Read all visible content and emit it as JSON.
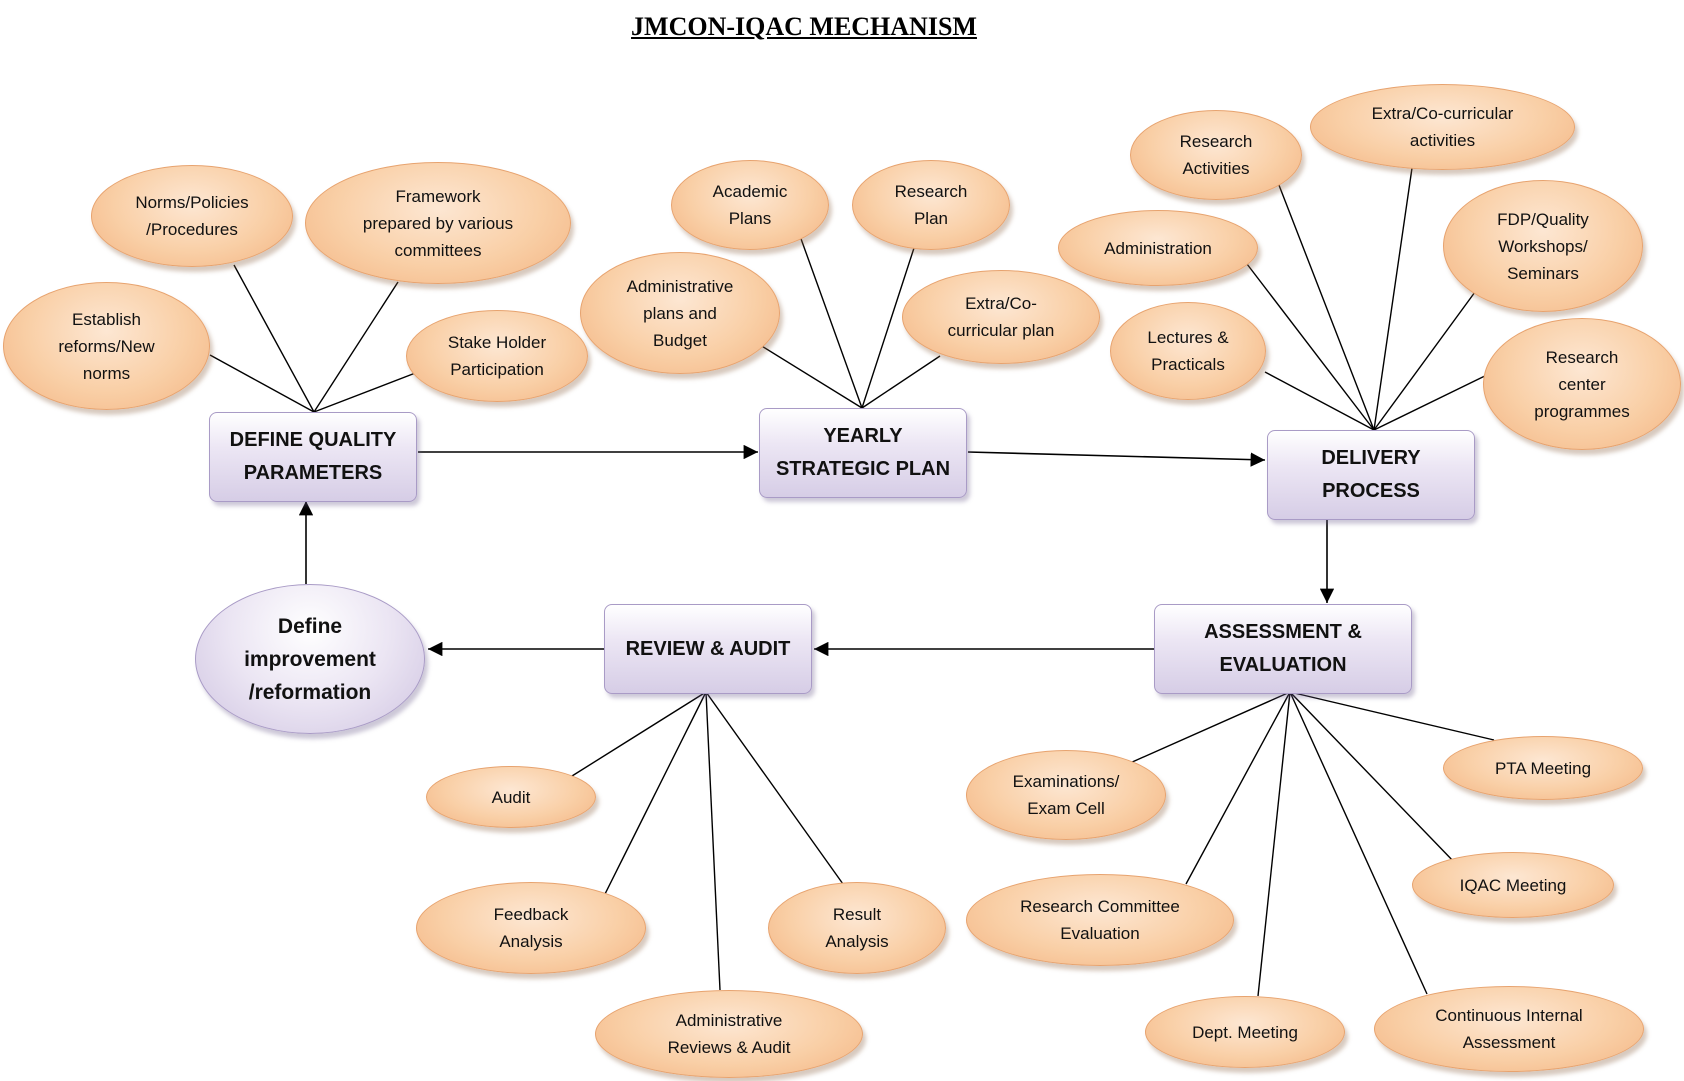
{
  "title": "JMCON-IQAC MECHANISM",
  "process": {
    "define_quality": "DEFINE QUALITY\nPARAMETERS",
    "yearly_plan": "YEARLY\nSTRATEGIC PLAN",
    "delivery": "DELIVERY\nPROCESS",
    "assessment": "ASSESSMENT &\nEVALUATION",
    "review": "REVIEW & AUDIT",
    "improvement": "Define\nimprovement\n/reformation"
  },
  "define_quality_inputs": [
    "Establish\nreforms/New\nnorms",
    "Norms/Policies\n/Procedures",
    "Framework\nprepared by various\ncommittees",
    "Stake Holder\nParticipation"
  ],
  "yearly_plan_inputs": [
    "Administrative\nplans and\nBudget",
    "Academic\nPlans",
    "Research\nPlan",
    "Extra/Co-\ncurricular plan"
  ],
  "delivery_inputs": [
    "Research\nActivities",
    "Extra/Co-curricular\nactivities",
    "Administration",
    "FDP/Quality\nWorkshops/\nSeminars",
    "Lectures &\nPracticals",
    "Research\ncenter\nprogrammes"
  ],
  "review_outputs": [
    "Audit",
    "Feedback\nAnalysis",
    "Result\nAnalysis",
    "Administrative\nReviews & Audit"
  ],
  "assessment_outputs": [
    "Examinations/\nExam Cell",
    "PTA Meeting",
    "Research Committee\nEvaluation",
    "IQAC Meeting",
    "Dept. Meeting",
    "Continuous Internal\nAssessment"
  ]
}
